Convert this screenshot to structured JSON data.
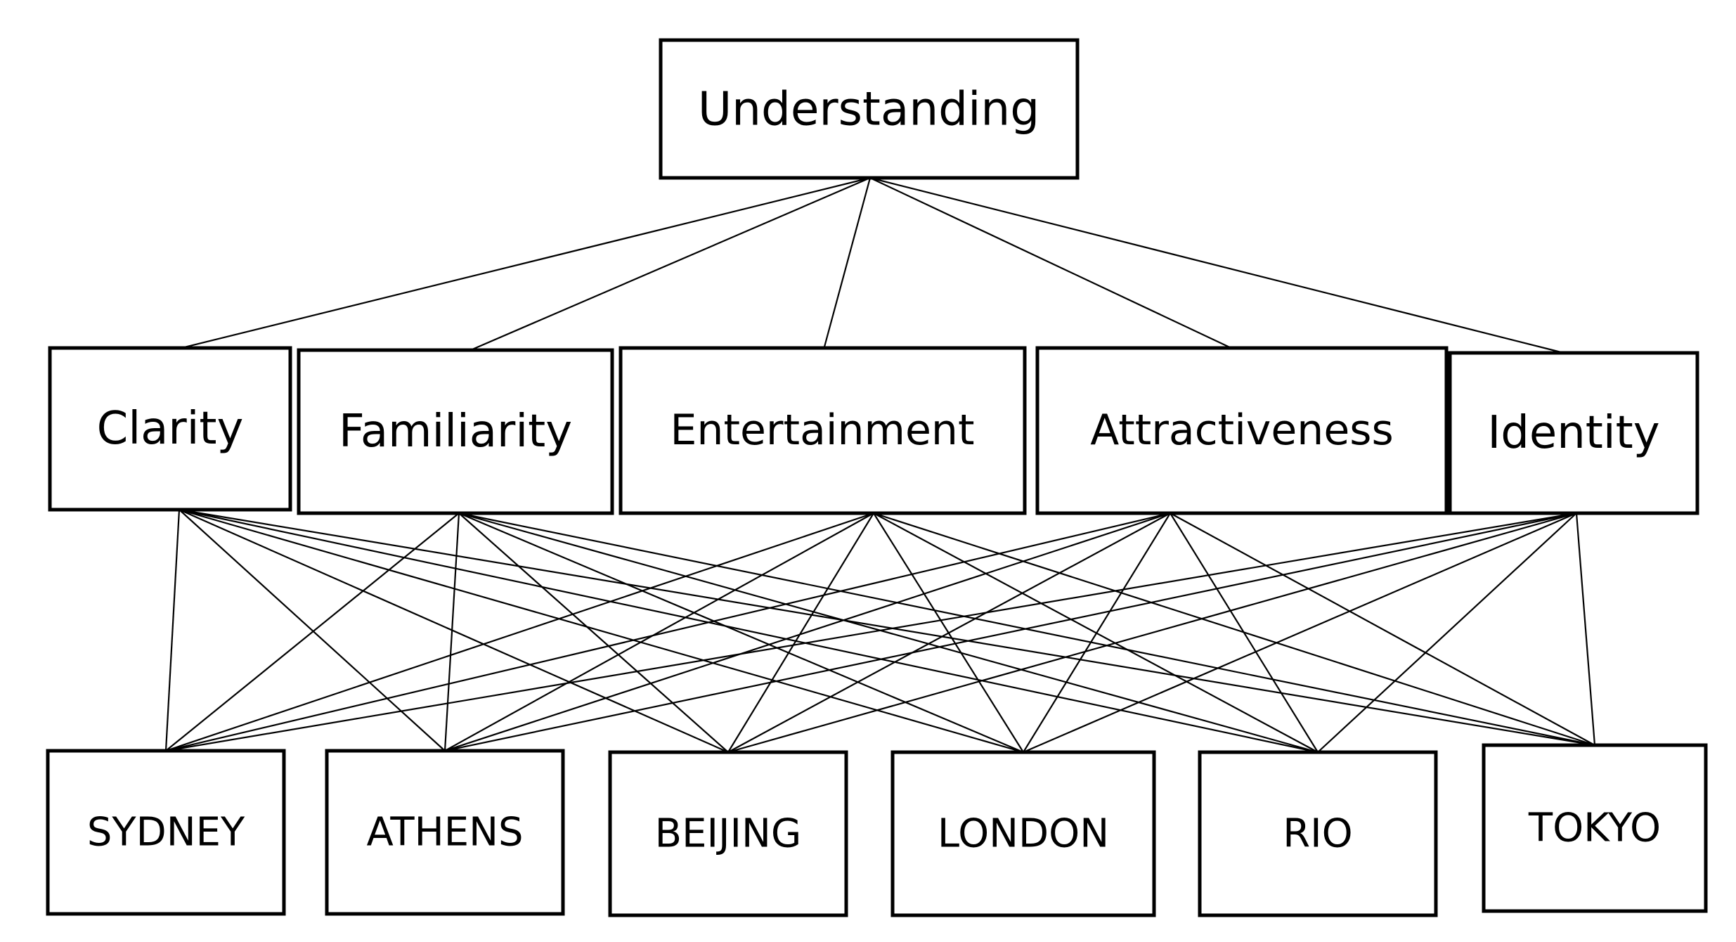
{
  "root": {
    "id": "understanding",
    "label": "Understanding"
  },
  "criteria": [
    {
      "id": "clarity",
      "label": "Clarity"
    },
    {
      "id": "familiarity",
      "label": "Familiarity"
    },
    {
      "id": "entertainment",
      "label": "Entertainment"
    },
    {
      "id": "attractiveness",
      "label": "Attractiveness"
    },
    {
      "id": "identity",
      "label": "Identity"
    }
  ],
  "alternatives": [
    {
      "id": "sydney",
      "label": "SYDNEY"
    },
    {
      "id": "athens",
      "label": "ATHENS"
    },
    {
      "id": "beijing",
      "label": "BEIJING"
    },
    {
      "id": "london",
      "label": "LONDON"
    },
    {
      "id": "rio",
      "label": "RIO"
    },
    {
      "id": "tokyo",
      "label": "TOKYO"
    }
  ],
  "edges": {
    "root_to_criteria": [
      "clarity",
      "familiarity",
      "entertainment",
      "attractiveness",
      "identity"
    ],
    "criteria_to_alternatives": "all"
  },
  "colors": {
    "stroke": "#000000",
    "fill": "#ffffff",
    "text": "#000000"
  }
}
